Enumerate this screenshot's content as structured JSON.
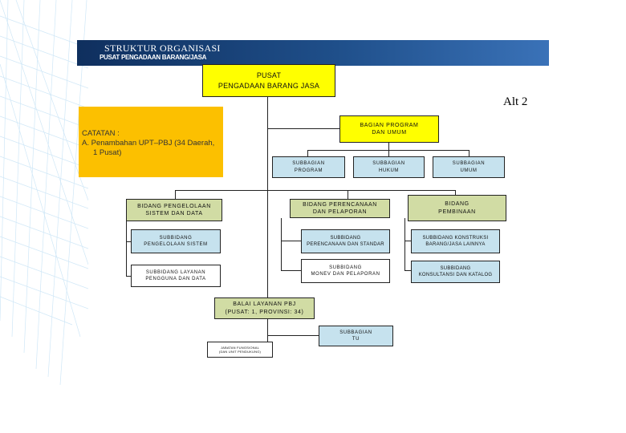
{
  "header": {
    "title": "STRUKTUR ORGANISASI",
    "subtitle": "PUSAT PENGADAAN BARANG/JASA"
  },
  "alt_label": "Alt 2",
  "note": {
    "line1": "CATATAN :",
    "line2": "A. Penambahan UPT–PBJ (34 Daerah,",
    "line3": "1 Pusat)"
  },
  "nodes": {
    "pusat": {
      "l1": "PUSAT",
      "l2": "PENGADAAN BARANG JASA"
    },
    "bagian_program": {
      "l1": "BAGIAN PROGRAM",
      "l2": "DAN UMUM"
    },
    "subbag_program": {
      "l1": "SUBBAGIAN",
      "l2": "PROGRAM"
    },
    "subbag_hukum": {
      "l1": "SUBBAGIAN",
      "l2": "HUKUM"
    },
    "subbag_umum": {
      "l1": "SUBBAGIAN",
      "l2": "UMUM"
    },
    "bidang_pengelolaan": {
      "l1": "BIDANG PENGELOLAAN",
      "l2": "SISTEM DAN DATA"
    },
    "bidang_perencanaan": {
      "l1": "BIDANG PERENCANAAN",
      "l2": "DAN PELAPORAN"
    },
    "bidang_pembinaan": {
      "l1": "BIDANG",
      "l2": "PEMBINAAN"
    },
    "subbid_pengelolaan_sistem": {
      "l1": "SUBBIDANG",
      "l2": "PENGELOLAAN SISTEM"
    },
    "subbid_perencanaan_standar": {
      "l1": "SUBBIDANG",
      "l2": "PERENCANAAN DAN STANDAR"
    },
    "subbid_konstruksi": {
      "l1": "SUBBIDANG KONSTRUKSI",
      "l2": "BARANG/JASA LAINNYA"
    },
    "subbid_layanan_pengguna": {
      "l1": "SUBBIDANG LAYANAN",
      "l2": "PENGGUNA DAN DATA"
    },
    "subbid_monev": {
      "l1": "SUBBIDANG",
      "l2": "MONEV DAN PELAPORAN"
    },
    "subbid_konsultansi": {
      "l1": "SUBBIDANG",
      "l2": "KONSULTANSI DAN KATALOG"
    },
    "balai": {
      "l1": "BALAI LAYANAN PBJ",
      "l2": "(PUSAT: 1, PROVINSI: 34)"
    },
    "subbag_tu": {
      "l1": "SUBBAGIAN",
      "l2": "TU"
    },
    "jabatan_fungsional": {
      "l1": "JABATAN FUNGSIONAL",
      "l2": "(DAN UNIT PENDUKUNG)"
    }
  },
  "colors": {
    "header_dark": "#0f2f5e",
    "header_light": "#3a72b8",
    "top_box": "#ffff00",
    "note_box": "#fcc000",
    "sub_box": "#c6e2ee",
    "bidang_box": "#d1dca4"
  }
}
